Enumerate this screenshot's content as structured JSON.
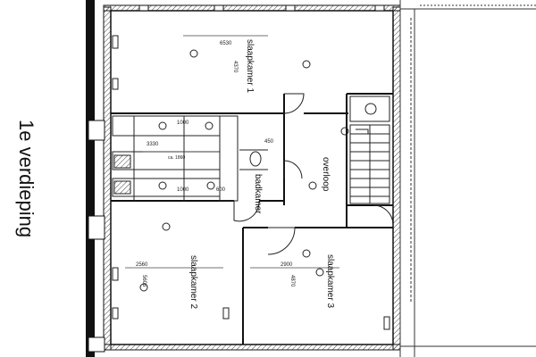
{
  "title": "1e verdieping",
  "rooms": {
    "slaapkamer_1": "slaapkamer 1",
    "slaapkamer_2": "slaapkamer 2",
    "slaapkamer_3": "slaapkamer 3",
    "badkamer": "badkamer",
    "overloop": "overloop"
  },
  "dimensions": {
    "sk1_width": "6530",
    "sk1_depth": "4370",
    "bath_1000_top": "1000",
    "bath_3330": "3330",
    "bath_1860": "ca. 1860",
    "bath_1000_bottom": "1000",
    "bath_600": "600",
    "hall_450": "450",
    "sk2_width": "2560",
    "sk2_depth": "5605",
    "sk3_width": "2900",
    "sk3_depth": "4870"
  },
  "colors": {
    "wall": "#111111",
    "line": "#222222",
    "hatch": "#555555"
  }
}
